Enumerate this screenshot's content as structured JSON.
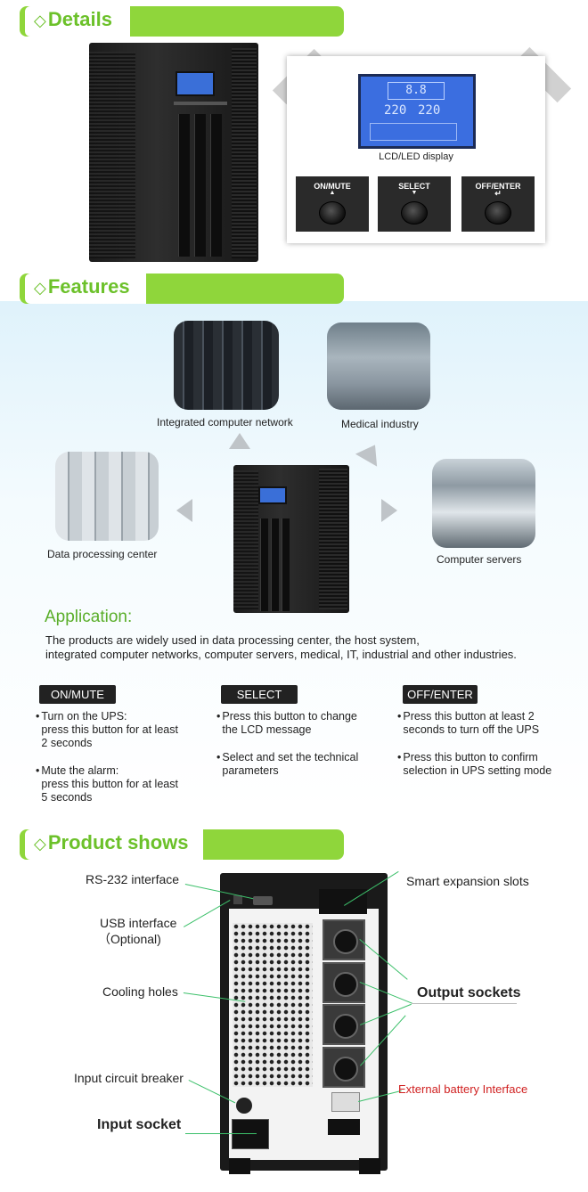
{
  "sections": {
    "details": "Details",
    "features": "Features",
    "product_shows": "Product shows"
  },
  "details": {
    "lcd_caption": "LCD/LED display",
    "lcd_readout_1": "220",
    "lcd_readout_2": "220",
    "buttons": [
      "ON/MUTE",
      "SELECT",
      "OFF/ENTER"
    ],
    "button_glyphs": [
      "▲",
      "▼",
      "↵"
    ]
  },
  "features": {
    "captions": {
      "network": "Integrated computer network",
      "medical": "Medical industry",
      "data_center": "Data processing center",
      "servers": "Computer servers"
    },
    "application_title": "Application:",
    "application_text_1": "The products are widely used in data processing center, the host system,",
    "application_text_2": "integrated computer networks, computer servers, medical, IT, industrial and other industries."
  },
  "functions": [
    {
      "label": "ON/MUTE",
      "items": [
        "Turn on the UPS:\npress this button for at least\n2 seconds",
        "Mute the alarm:\npress this button for at least\n5 seconds"
      ]
    },
    {
      "label": "SELECT",
      "items": [
        "Press this button to change\nthe LCD message",
        "Select and set the technical\nparameters"
      ]
    },
    {
      "label": "OFF/ENTER",
      "items": [
        "Press this button at least 2\nseconds to turn off the UPS",
        "Press this button to confirm\nselection in UPS setting mode"
      ]
    }
  ],
  "product": {
    "rs232": "RS-232 interface",
    "usb": "USB interface",
    "usb_optional": "（Optional)",
    "cooling": "Cooling holes",
    "breaker": "Input circuit breaker",
    "input_socket": "Input socket",
    "expansion": "Smart expansion slots",
    "output": "Output sockets",
    "battery": "External battery Interface"
  },
  "colors": {
    "accent_green": "#8fd63b",
    "battery_label": "#d02020"
  }
}
